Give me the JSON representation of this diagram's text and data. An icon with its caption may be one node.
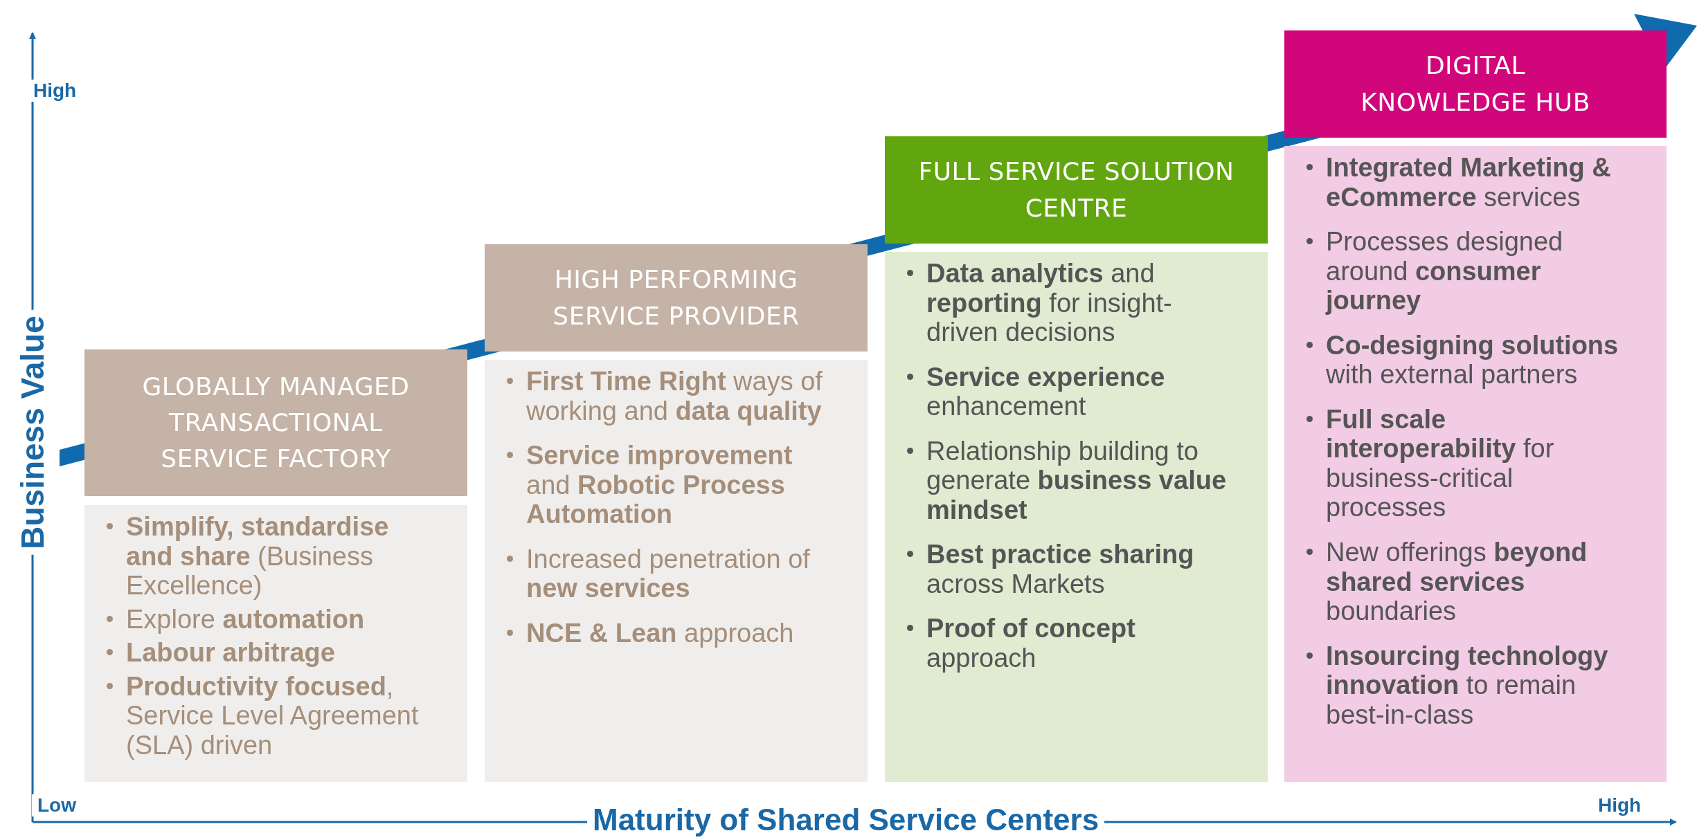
{
  "diagram": {
    "nodes": [
      {
        "text": [
          "GLOBALLY MANAGED TRANSACTIONAL SERVICE FACTORY"
        ]
      },
      {
        "text": [
          "**Simplify, standardise and share** (Business Excellence)",
          "Explore **automation**",
          "**Labour arbitrage**",
          "**Productivity focused**, Service Level Agreement (SLA) driven"
        ]
      },
      {
        "text": [
          "HIGH PERFORMING SERVICE PROVIDER"
        ]
      },
      {
        "text": [
          "**First Time Right** ways of working and **data quality**",
          "**Service improvement** and **Robotic Process Automation**",
          "Increased penetration of **new services**",
          "**NCE & Lean** approach"
        ]
      },
      {
        "text": [
          "FULL SERVICE SOLUTION CENTRE"
        ]
      },
      {
        "text": [
          "**Data analytics** and **reporting** for insight-driven decisions",
          "**Service experience** enhancement",
          "Relationship building to generate **business value mindset**",
          "**Best practice sharing** across Markets",
          "**Proof of concept** approach"
        ]
      },
      {
        "text": [
          "DIGITAL KNOWLEDGE HUB"
        ]
      },
      {
        "text": [
          "**Integrated Marketing & eCommerce** services",
          "Processes designed around **consumer journey**",
          "**Co-designing solutions** with external partners",
          "**Full scale interoperability** for business-critical processes",
          "New offerings **beyond shared services** boundaries",
          "**Insourcing technology innovation** to remain best-in-class"
        ]
      }
    ],
    "labels": [
      "High",
      "Business Value",
      "Low",
      "Maturity of Shared Service Centers",
      "High"
    ]
  }
}
